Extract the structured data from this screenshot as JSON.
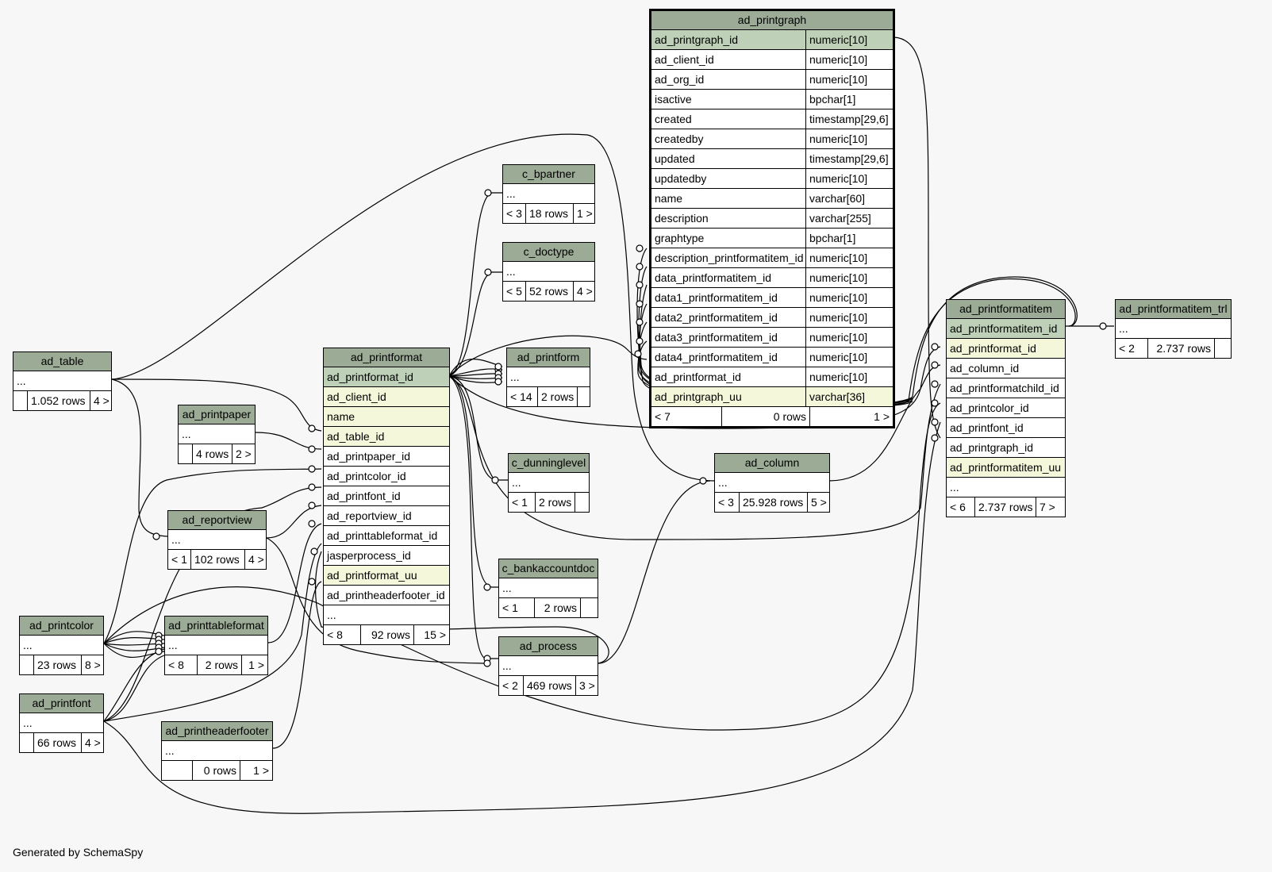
{
  "credit": "Generated by SchemaSpy",
  "tables": {
    "ad_printgraph": {
      "title": "ad_printgraph",
      "columns": [
        {
          "name": "ad_printgraph_id",
          "type": "numeric[10]",
          "kind": "pk"
        },
        {
          "name": "ad_client_id",
          "type": "numeric[10]"
        },
        {
          "name": "ad_org_id",
          "type": "numeric[10]"
        },
        {
          "name": "isactive",
          "type": "bpchar[1]"
        },
        {
          "name": "created",
          "type": "timestamp[29,6]"
        },
        {
          "name": "createdby",
          "type": "numeric[10]"
        },
        {
          "name": "updated",
          "type": "timestamp[29,6]"
        },
        {
          "name": "updatedby",
          "type": "numeric[10]"
        },
        {
          "name": "name",
          "type": "varchar[60]"
        },
        {
          "name": "description",
          "type": "varchar[255]"
        },
        {
          "name": "graphtype",
          "type": "bpchar[1]"
        },
        {
          "name": "description_printformatitem_id",
          "type": "numeric[10]"
        },
        {
          "name": "data_printformatitem_id",
          "type": "numeric[10]"
        },
        {
          "name": "data1_printformatitem_id",
          "type": "numeric[10]"
        },
        {
          "name": "data2_printformatitem_id",
          "type": "numeric[10]"
        },
        {
          "name": "data3_printformatitem_id",
          "type": "numeric[10]"
        },
        {
          "name": "data4_printformatitem_id",
          "type": "numeric[10]"
        },
        {
          "name": "ad_printformat_id",
          "type": "numeric[10]"
        },
        {
          "name": "ad_printgraph_uu",
          "type": "varchar[36]",
          "kind": "uq"
        }
      ],
      "parents": "< 7",
      "rows": "0 rows",
      "children": "1 >"
    },
    "c_bpartner": {
      "title": "c_bpartner",
      "parents": "< 3",
      "rows": "18 rows",
      "children": "1 >"
    },
    "c_doctype": {
      "title": "c_doctype",
      "parents": "< 5",
      "rows": "52 rows",
      "children": "4 >"
    },
    "ad_printform": {
      "title": "ad_printform",
      "parents": "< 14",
      "rows": "2 rows",
      "children": ""
    },
    "c_dunninglevel": {
      "title": "c_dunninglevel",
      "parents": "< 1",
      "rows": "2 rows",
      "children": ""
    },
    "c_bankaccountdoc": {
      "title": "c_bankaccountdoc",
      "parents": "< 1",
      "rows": "2 rows",
      "children": ""
    },
    "ad_process": {
      "title": "ad_process",
      "parents": "< 2",
      "rows": "469 rows",
      "children": "3 >"
    },
    "ad_column": {
      "title": "ad_column",
      "parents": "< 3",
      "rows": "25.928 rows",
      "children": "5 >"
    },
    "ad_printformatitem": {
      "title": "ad_printformatitem",
      "columns": [
        {
          "name": "ad_printformatitem_id",
          "kind": "pk"
        },
        {
          "name": "ad_printformat_id",
          "kind": "uq"
        },
        {
          "name": "ad_column_id"
        },
        {
          "name": "ad_printformatchild_id"
        },
        {
          "name": "ad_printcolor_id"
        },
        {
          "name": "ad_printfont_id"
        },
        {
          "name": "ad_printgraph_id"
        },
        {
          "name": "ad_printformatitem_uu",
          "kind": "uq"
        }
      ],
      "parents": "< 6",
      "rows": "2.737 rows",
      "children": "7 >"
    },
    "ad_printformatitem_trl": {
      "title": "ad_printformatitem_trl",
      "parents": "< 2",
      "rows": "2.737 rows",
      "children": ""
    },
    "ad_table": {
      "title": "ad_table",
      "parents": "",
      "rows": "1.052 rows",
      "children": "4 >"
    },
    "ad_printformat": {
      "title": "ad_printformat",
      "columns": [
        {
          "name": "ad_printformat_id",
          "kind": "pk"
        },
        {
          "name": "ad_client_id",
          "kind": "uq"
        },
        {
          "name": "name",
          "kind": "uq"
        },
        {
          "name": "ad_table_id",
          "kind": "uq"
        },
        {
          "name": "ad_printpaper_id"
        },
        {
          "name": "ad_printcolor_id"
        },
        {
          "name": "ad_printfont_id"
        },
        {
          "name": "ad_reportview_id"
        },
        {
          "name": "ad_printtableformat_id"
        },
        {
          "name": "jasperprocess_id"
        },
        {
          "name": "ad_printformat_uu",
          "kind": "uq"
        },
        {
          "name": "ad_printheaderfooter_id"
        }
      ],
      "parents": "< 8",
      "rows": "92 rows",
      "children": "15 >"
    },
    "ad_printpaper": {
      "title": "ad_printpaper",
      "parents": "",
      "rows": "4 rows",
      "children": "2 >"
    },
    "ad_reportview": {
      "title": "ad_reportview",
      "parents": "< 1",
      "rows": "102 rows",
      "children": "4 >"
    },
    "ad_printcolor": {
      "title": "ad_printcolor",
      "parents": "",
      "rows": "23 rows",
      "children": "8 >"
    },
    "ad_printtableformat": {
      "title": "ad_printtableformat",
      "parents": "< 8",
      "rows": "2 rows",
      "children": "1 >"
    },
    "ad_printfont": {
      "title": "ad_printfont",
      "parents": "",
      "rows": "66 rows",
      "children": "4 >"
    },
    "ad_printheaderfooter": {
      "title": "ad_printheaderfooter",
      "parents": "",
      "rows": "0 rows",
      "children": "1 >"
    }
  },
  "ellipsis": "..."
}
